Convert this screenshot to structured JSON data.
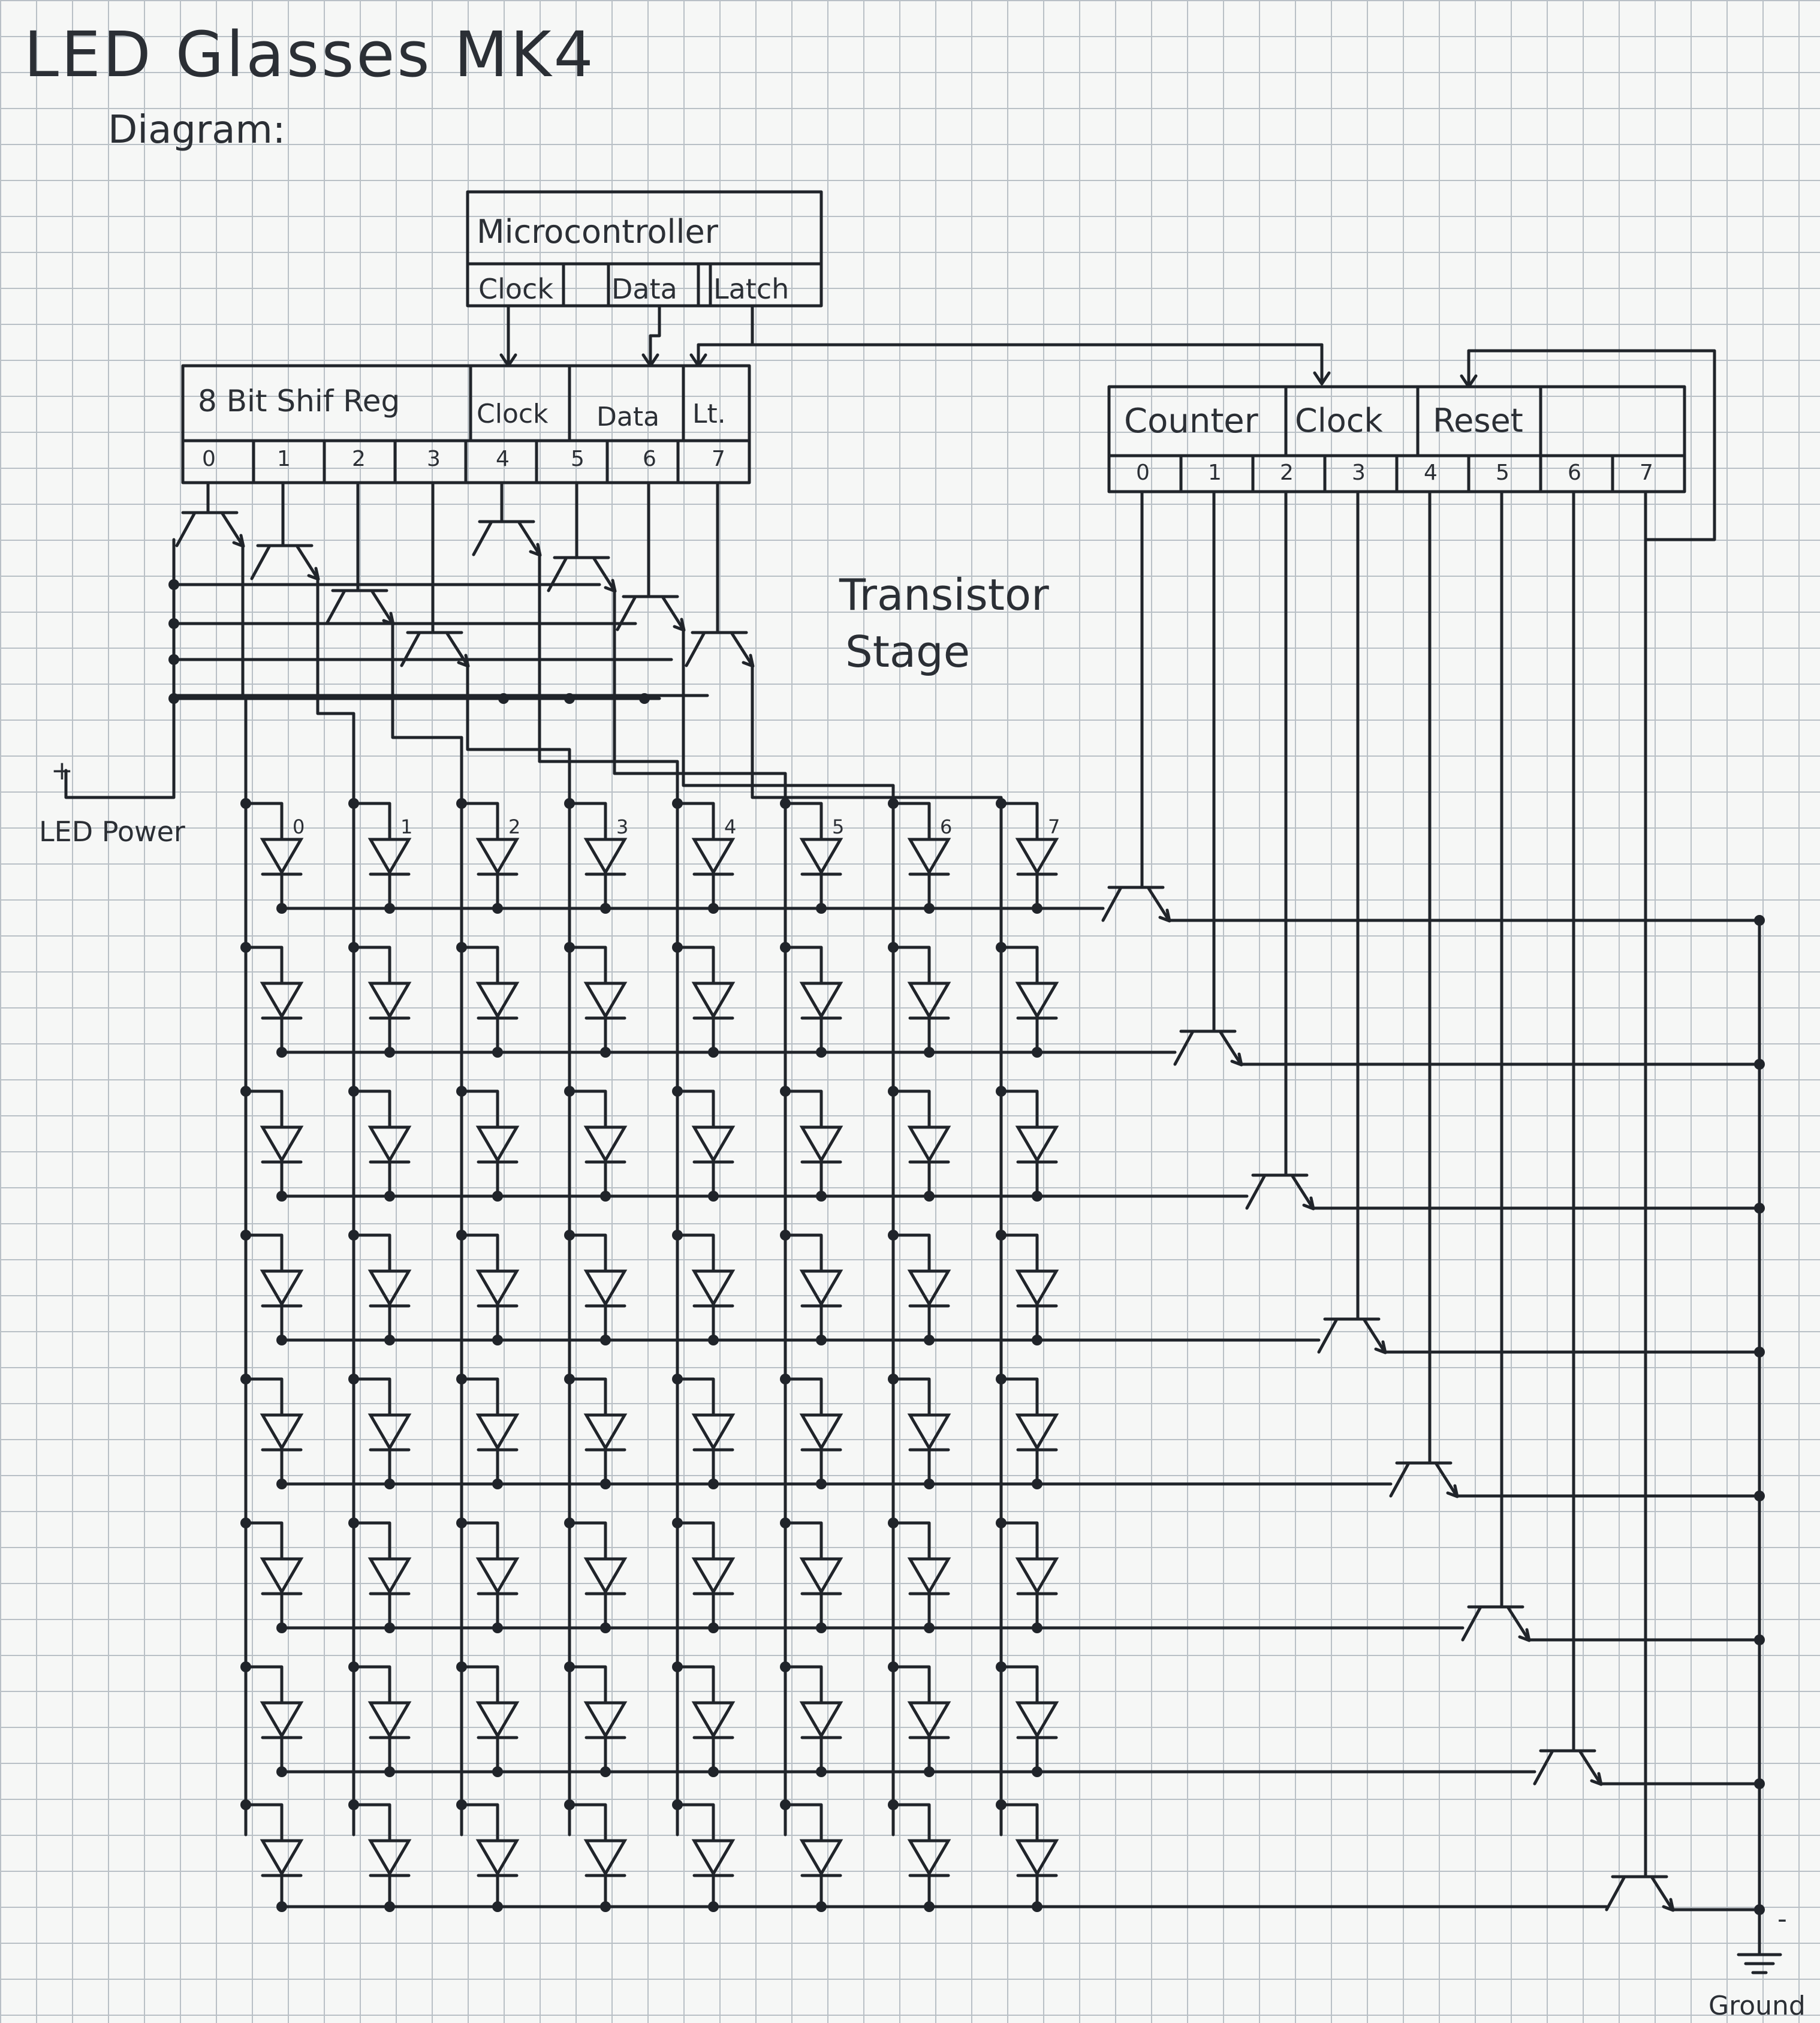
{
  "title": "LED Glasses MK4",
  "subtitle": "Diagram:",
  "microcontroller": {
    "name": "Microcontroller",
    "pins": [
      "Clock",
      "Data",
      "Latch"
    ]
  },
  "shift_register": {
    "name": "8 Bit Shif Reg",
    "inputs": [
      "Clock",
      "Data",
      "Lt."
    ],
    "outputs": [
      "0",
      "1",
      "2",
      "3",
      "4",
      "5",
      "6",
      "7"
    ]
  },
  "counter": {
    "name": "Counter",
    "inputs": [
      "Clock",
      "Reset"
    ],
    "outputs": [
      "0",
      "1",
      "2",
      "3",
      "4",
      "5",
      "6",
      "7"
    ]
  },
  "transistor_stage_label": [
    "Transistor",
    "Stage"
  ],
  "led_power": {
    "sign": "+",
    "label": "LED Power"
  },
  "ground": {
    "sign": "-",
    "label": "Ground"
  },
  "column_labels": [
    "0",
    "1",
    "2",
    "3",
    "4",
    "5",
    "6",
    "7"
  ],
  "matrix": {
    "rows": 8,
    "columns": 8
  }
}
